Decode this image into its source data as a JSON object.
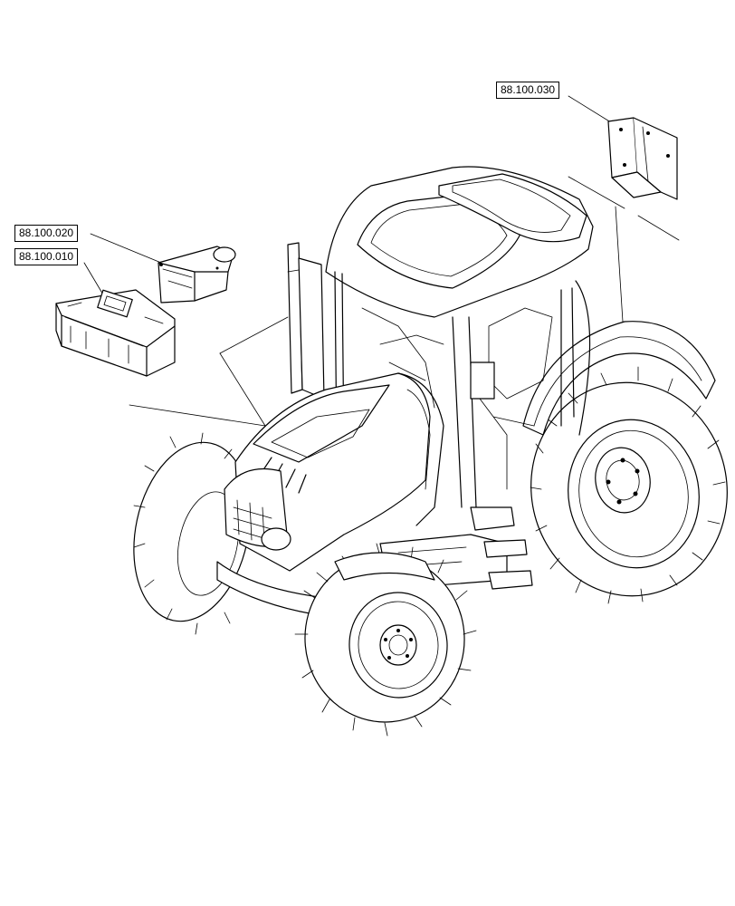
{
  "callouts": [
    {
      "id": "toolbox_ref",
      "label": "88.100.010"
    },
    {
      "id": "holder_ref",
      "label": "88.100.020"
    },
    {
      "id": "bracket_ref",
      "label": "88.100.030"
    }
  ]
}
